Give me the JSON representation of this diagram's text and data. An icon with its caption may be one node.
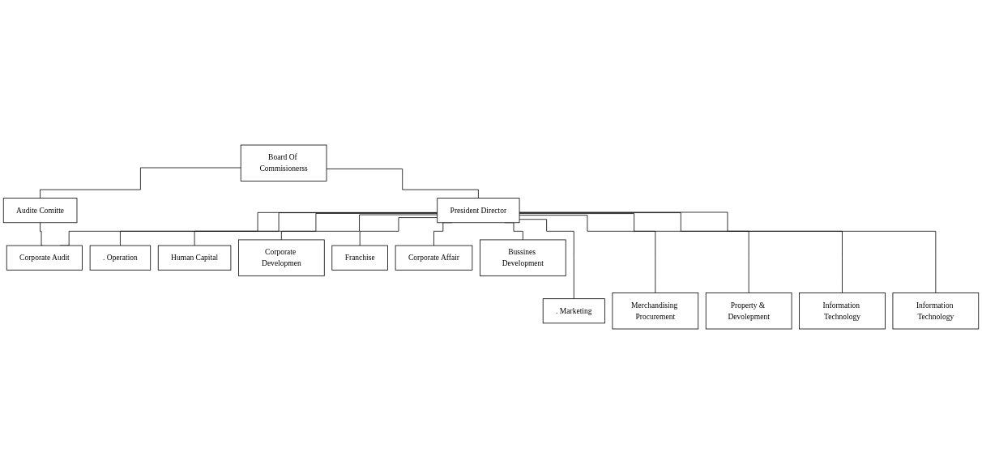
{
  "diagram": {
    "nodes": [
      {
        "text": [
          "Board Of Commisionerss"
        ]
      },
      {
        "text": [
          "Audite Comitte"
        ]
      },
      {
        "text": [
          "President Director"
        ]
      },
      {
        "text": [
          "Corporate Audit"
        ]
      },
      {
        "text": [
          ". Operation"
        ]
      },
      {
        "text": [
          "Human Capital"
        ]
      },
      {
        "text": [
          ". Marketing"
        ]
      },
      {
        "text": [
          "Corporate Developmen"
        ]
      },
      {
        "text": [
          "Merchandising Procurement"
        ]
      },
      {
        "text": [
          "Franchise"
        ]
      },
      {
        "text": [
          "Property & Devolepment"
        ]
      },
      {
        "text": [
          "Corporate Affair"
        ]
      },
      {
        "text": [
          "Information Technology"
        ]
      },
      {
        "text": [
          "Bussines Development"
        ]
      },
      {
        "text": [
          "Information Technology"
        ]
      }
    ],
    "edges": [
      {
        "from": 0,
        "to": 2,
        "arrow": "none"
      },
      {
        "from": 0,
        "to": 1,
        "arrow": "none"
      },
      {
        "from": 1,
        "to": 3,
        "arrow": "none"
      },
      {
        "from": 2,
        "to": 3,
        "arrow": "none"
      },
      {
        "from": 2,
        "to": 4,
        "arrow": "none"
      },
      {
        "from": 2,
        "to": 5,
        "arrow": "none"
      },
      {
        "from": 2,
        "to": 6,
        "arrow": "none"
      },
      {
        "from": 2,
        "to": 7,
        "arrow": "none"
      },
      {
        "from": 2,
        "to": 8,
        "arrow": "none"
      },
      {
        "from": 2,
        "to": 9,
        "arrow": "none"
      },
      {
        "from": 2,
        "to": 10,
        "arrow": "none"
      },
      {
        "from": 2,
        "to": 11,
        "arrow": "none"
      },
      {
        "from": 2,
        "to": 12,
        "arrow": "none"
      },
      {
        "from": 2,
        "to": 13,
        "arrow": "none"
      },
      {
        "from": 2,
        "to": 14,
        "arrow": "none"
      }
    ]
  }
}
